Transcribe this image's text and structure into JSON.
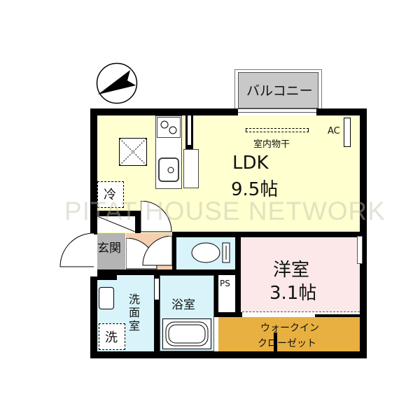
{
  "floorplan": {
    "compass": {
      "icon": "north-arrow-icon"
    },
    "rooms": {
      "balcony": {
        "label": "バルコニー",
        "color": "#c8c8c8"
      },
      "ldk": {
        "name": "LDK",
        "size": "9.5帖",
        "color": "#ffffd0"
      },
      "indoor_drying": {
        "label": "室内物干"
      },
      "ac": {
        "label": "AC"
      },
      "fridge": {
        "label": "冷"
      },
      "entrance": {
        "label": "玄関",
        "color": "#b4b4b4"
      },
      "hall": {
        "color": "#f5cfb0"
      },
      "toilet": {
        "color": "#d8f4fa"
      },
      "western_room": {
        "name": "洋室",
        "size": "3.1帖",
        "color": "#fce8e8"
      },
      "ps": {
        "label": "PS"
      },
      "washroom": {
        "label": "洗面室",
        "color": "#d8f4fa"
      },
      "washer": {
        "label": "洗"
      },
      "bathroom": {
        "label": "浴室",
        "color": "#d8f4fa"
      },
      "walk_in_closet": {
        "line1": "ウォークイン",
        "line2": "クローゼット",
        "color": "#e8b040"
      }
    },
    "watermark": "PITAT HOUSE NETWORK"
  }
}
